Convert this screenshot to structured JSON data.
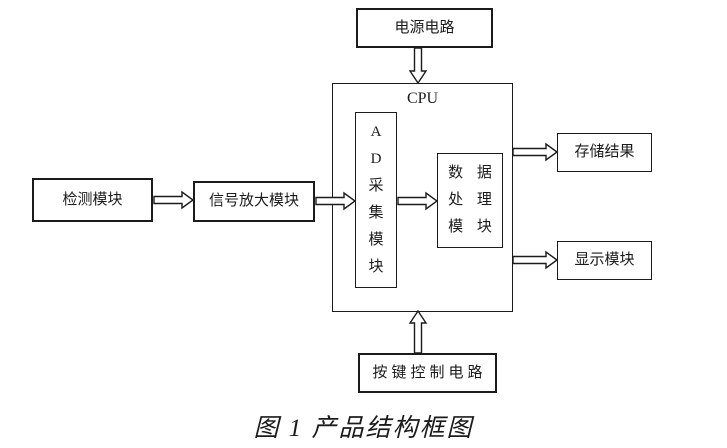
{
  "figure": {
    "caption": "图 1 产品结构框图"
  },
  "diagram": {
    "nodes": {
      "power": {
        "label": "电源电路"
      },
      "cpu": {
        "label": "CPU"
      },
      "ad": {
        "label": "AD采集模块",
        "chars": [
          "A",
          "D",
          "采",
          "集",
          "模",
          "块"
        ]
      },
      "data": {
        "label": "数据处理模块",
        "lines": [
          "数 据",
          "处 理",
          "模 块"
        ]
      },
      "detect": {
        "label": "检测模块"
      },
      "amplify": {
        "label": "信号放大模块"
      },
      "store": {
        "label": "存储结果"
      },
      "display": {
        "label": "显示模块"
      },
      "keys": {
        "label": "按键控制电路"
      }
    },
    "edges": [
      {
        "from": "power",
        "to": "cpu",
        "direction": "down",
        "style": "hollow-arrow"
      },
      {
        "from": "detect",
        "to": "amplify",
        "direction": "right",
        "style": "hollow-arrow"
      },
      {
        "from": "amplify",
        "to": "ad",
        "direction": "right",
        "style": "hollow-arrow"
      },
      {
        "from": "ad",
        "to": "data",
        "direction": "right",
        "style": "hollow-arrow"
      },
      {
        "from": "cpu",
        "to": "store",
        "direction": "right",
        "style": "hollow-arrow"
      },
      {
        "from": "cpu",
        "to": "display",
        "direction": "right",
        "style": "hollow-arrow"
      },
      {
        "from": "keys",
        "to": "cpu",
        "direction": "up",
        "style": "hollow-arrow"
      }
    ],
    "colors": {
      "line": "#1b1b1b",
      "box_fill": "#ffffff",
      "background": "#ffffff"
    }
  }
}
